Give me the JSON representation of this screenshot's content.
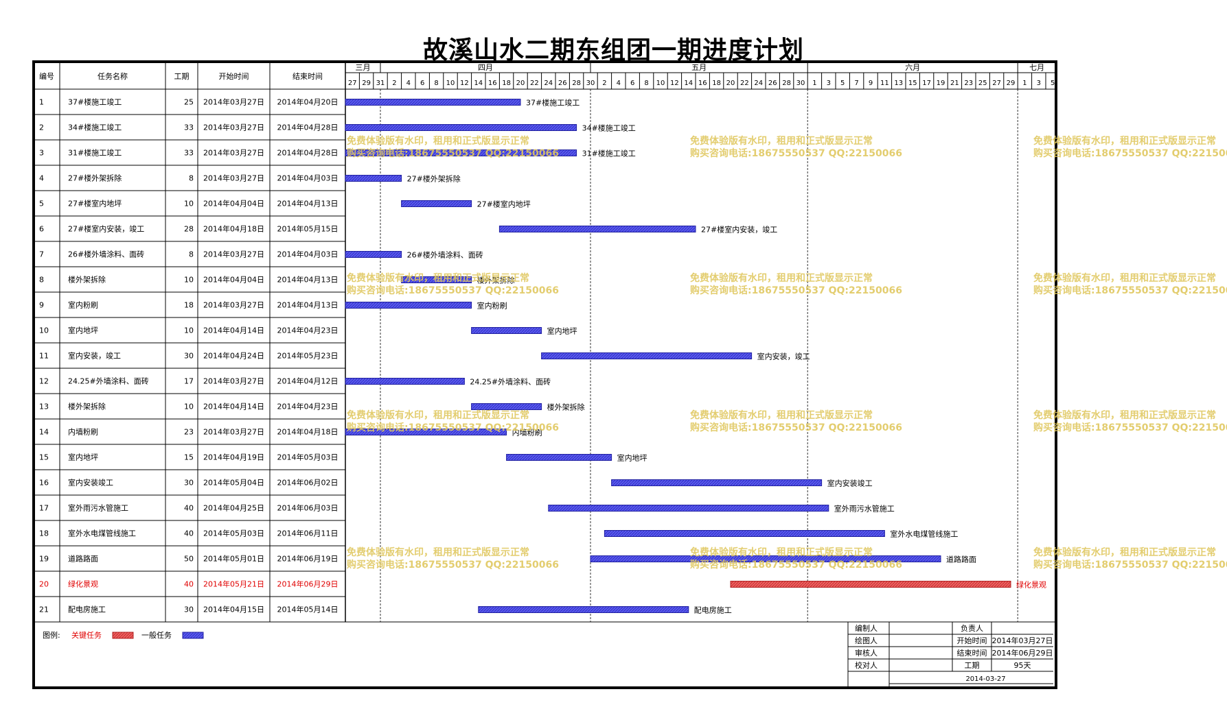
{
  "title": "故溪山水二期东组团一期进度计划",
  "columns": {
    "id": "编号",
    "name": "任务名称",
    "duration": "工期",
    "start": "开始时间",
    "end": "结束时间"
  },
  "months": [
    "三月",
    "四月",
    "五月",
    "六月",
    "七月"
  ],
  "colors": {
    "normal": "#5050e8",
    "critical": "#e85050",
    "critical_text": "#e00000",
    "watermark": "#e0c860"
  },
  "chart_data": {
    "type": "gantt",
    "timeline_start": "2014-03-27",
    "timeline_end": "2014-07-05",
    "tasks": [
      {
        "id": "1",
        "name": "37#楼施工竣工",
        "duration": "25",
        "start": "2014年03月27日",
        "end": "2014年04月20日",
        "s": "2014-03-27",
        "e": "2014-04-20",
        "critical": false
      },
      {
        "id": "2",
        "name": "34#楼施工竣工",
        "duration": "33",
        "start": "2014年03月27日",
        "end": "2014年04月28日",
        "s": "2014-03-27",
        "e": "2014-04-28",
        "critical": false
      },
      {
        "id": "3",
        "name": "31#楼施工竣工",
        "duration": "33",
        "start": "2014年03月27日",
        "end": "2014年04月28日",
        "s": "2014-03-27",
        "e": "2014-04-28",
        "critical": false
      },
      {
        "id": "4",
        "name": "27#楼外架拆除",
        "duration": "8",
        "start": "2014年03月27日",
        "end": "2014年04月03日",
        "s": "2014-03-27",
        "e": "2014-04-03",
        "critical": false
      },
      {
        "id": "5",
        "name": "27#楼室内地坪",
        "duration": "10",
        "start": "2014年04月04日",
        "end": "2014年04月13日",
        "s": "2014-04-04",
        "e": "2014-04-13",
        "critical": false
      },
      {
        "id": "6",
        "name": "27#楼室内安装，竣工",
        "duration": "28",
        "start": "2014年04月18日",
        "end": "2014年05月15日",
        "s": "2014-04-18",
        "e": "2014-05-15",
        "critical": false
      },
      {
        "id": "7",
        "name": "26#楼外墙涂料、面砖",
        "duration": "8",
        "start": "2014年03月27日",
        "end": "2014年04月03日",
        "s": "2014-03-27",
        "e": "2014-04-03",
        "critical": false
      },
      {
        "id": "8",
        "name": "楼外架拆除",
        "duration": "10",
        "start": "2014年04月04日",
        "end": "2014年04月13日",
        "s": "2014-04-04",
        "e": "2014-04-13",
        "critical": false
      },
      {
        "id": "9",
        "name": "室内粉刷",
        "duration": "18",
        "start": "2014年03月27日",
        "end": "2014年04月13日",
        "s": "2014-03-27",
        "e": "2014-04-13",
        "critical": false
      },
      {
        "id": "10",
        "name": "室内地坪",
        "duration": "10",
        "start": "2014年04月14日",
        "end": "2014年04月23日",
        "s": "2014-04-14",
        "e": "2014-04-23",
        "critical": false
      },
      {
        "id": "11",
        "name": "室内安装，竣工",
        "duration": "30",
        "start": "2014年04月24日",
        "end": "2014年05月23日",
        "s": "2014-04-24",
        "e": "2014-05-23",
        "critical": false
      },
      {
        "id": "12",
        "name": "24.25#外墙涂料、面砖",
        "duration": "17",
        "start": "2014年03月27日",
        "end": "2014年04月12日",
        "s": "2014-03-27",
        "e": "2014-04-12",
        "critical": false
      },
      {
        "id": "13",
        "name": "楼外架拆除",
        "duration": "10",
        "start": "2014年04月14日",
        "end": "2014年04月23日",
        "s": "2014-04-14",
        "e": "2014-04-23",
        "critical": false
      },
      {
        "id": "14",
        "name": "内墙粉刷",
        "duration": "23",
        "start": "2014年03月27日",
        "end": "2014年04月18日",
        "s": "2014-03-27",
        "e": "2014-04-18",
        "critical": false
      },
      {
        "id": "15",
        "name": "室内地坪",
        "duration": "15",
        "start": "2014年04月19日",
        "end": "2014年05月03日",
        "s": "2014-04-19",
        "e": "2014-05-03",
        "critical": false
      },
      {
        "id": "16",
        "name": "室内安装竣工",
        "duration": "30",
        "start": "2014年05月04日",
        "end": "2014年06月02日",
        "s": "2014-05-04",
        "e": "2014-06-02",
        "critical": false
      },
      {
        "id": "17",
        "name": "室外雨污水管施工",
        "duration": "40",
        "start": "2014年04月25日",
        "end": "2014年06月03日",
        "s": "2014-04-25",
        "e": "2014-06-03",
        "critical": false
      },
      {
        "id": "18",
        "name": "室外水电煤管线施工",
        "duration": "40",
        "start": "2014年05月03日",
        "end": "2014年06月11日",
        "s": "2014-05-03",
        "e": "2014-06-11",
        "critical": false
      },
      {
        "id": "19",
        "name": "道路路面",
        "duration": "50",
        "start": "2014年05月01日",
        "end": "2014年06月19日",
        "s": "2014-05-01",
        "e": "2014-06-19",
        "critical": false
      },
      {
        "id": "20",
        "name": "绿化景观",
        "duration": "40",
        "start": "2014年05月21日",
        "end": "2014年06月29日",
        "s": "2014-05-21",
        "e": "2014-06-29",
        "critical": true
      },
      {
        "id": "21",
        "name": "配电房施工",
        "duration": "30",
        "start": "2014年04月15日",
        "end": "2014年05月14日",
        "s": "2014-04-15",
        "e": "2014-05-14",
        "critical": false
      }
    ]
  },
  "legend": {
    "label": "图例:",
    "critical": "关键任务",
    "normal": "一般任务"
  },
  "info": {
    "compiled_by": "编制人",
    "drawn_by": "绘图人",
    "reviewed_by": "审核人",
    "checked_by": "校对人",
    "responsible": "负责人",
    "start_label": "开始时间",
    "start_value": "2014年03月27日",
    "end_label": "结束时间",
    "end_value": "2014年06月29日",
    "duration_label": "工期",
    "duration_value": "95天",
    "date": "2014-03-27"
  },
  "watermark": {
    "line1": "免费体验版有水印，租用和正式版显示正常",
    "line2": "购买咨询电话:18675550537 QQ:22150066"
  }
}
